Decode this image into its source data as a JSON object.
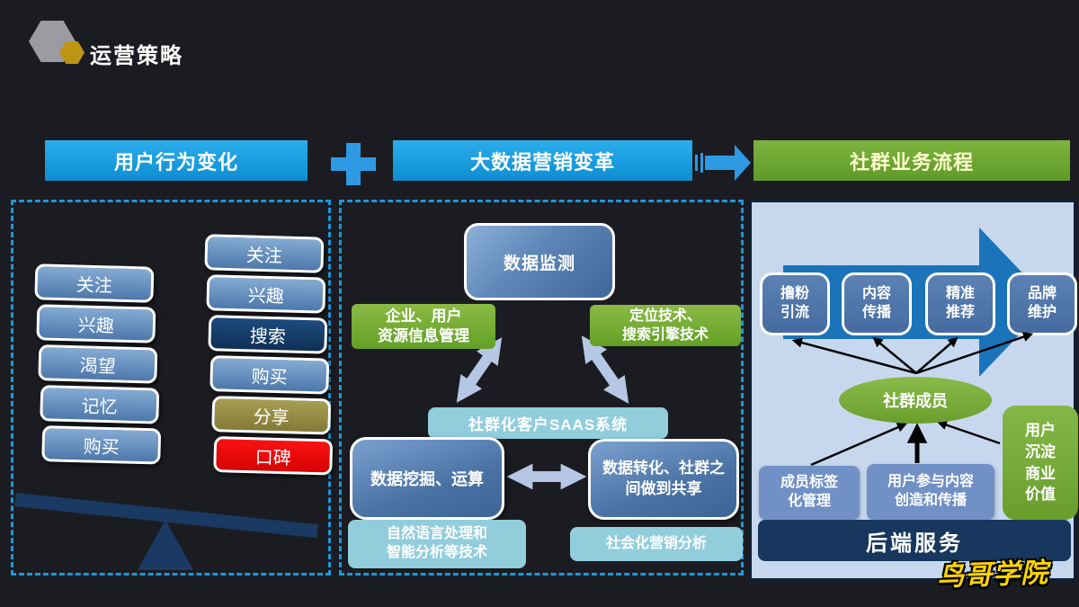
{
  "title": "运营策略",
  "flow_header": {
    "left": "用户行为变化",
    "middle": "大数据营销变革",
    "right": "社群业务流程"
  },
  "left_panel": {
    "left_stack": [
      "关注",
      "兴趣",
      "渴望",
      "记忆",
      "购买"
    ],
    "right_stack": [
      "关注",
      "兴趣",
      "搜索",
      "购买",
      "分享",
      "口碑"
    ]
  },
  "middle_panel": {
    "top_box": "数据监测",
    "left_tech": "企业、用户\n资源信息管理",
    "right_tech": "定位技术、\n搜索引擎技术",
    "saas_bar": "社群化客户SAAS系统",
    "mining_box": "数据挖掘、运算",
    "share_box": "数据转化、社群之\n间做到共享",
    "nlp_box": "自然语言处理和\n智能分析等技术",
    "social_box": "社会化营销分析"
  },
  "right_panel": {
    "flow_boxes": [
      "撸粉\n引流",
      "内容\n传播",
      "精准\n推荐",
      "品牌\n维护"
    ],
    "member_ellipse": "社群成员",
    "tag_box": "成员标签\n化管理",
    "ugc_box": "用户参与内容\n创造和传播",
    "value_box": "用户\n沉淀\n商业\n价值",
    "backend_bar": "后端服务"
  },
  "watermark": "鸟哥学院",
  "colors": {
    "background": "#1b1c21",
    "header_blue": "#189fdf",
    "header_green": "#6fa733",
    "accent_blue": "#2e9ae4",
    "dashed_border_blue": "#1e96d8",
    "stack_box_blue": "#5b84b8",
    "search_navy": "#143f70",
    "share_olive": "#968c49",
    "koubei_red": "#ee0505",
    "process_green": "#76a93a",
    "light_cyan": "#92cddc",
    "right_panel_bg": "#c7d8ee",
    "big_arrow_blue": "#1b74ba",
    "light_arrow": "#b5c7e4",
    "dark_navy": "#17375e",
    "watermark_yellow": "#ffd400"
  }
}
